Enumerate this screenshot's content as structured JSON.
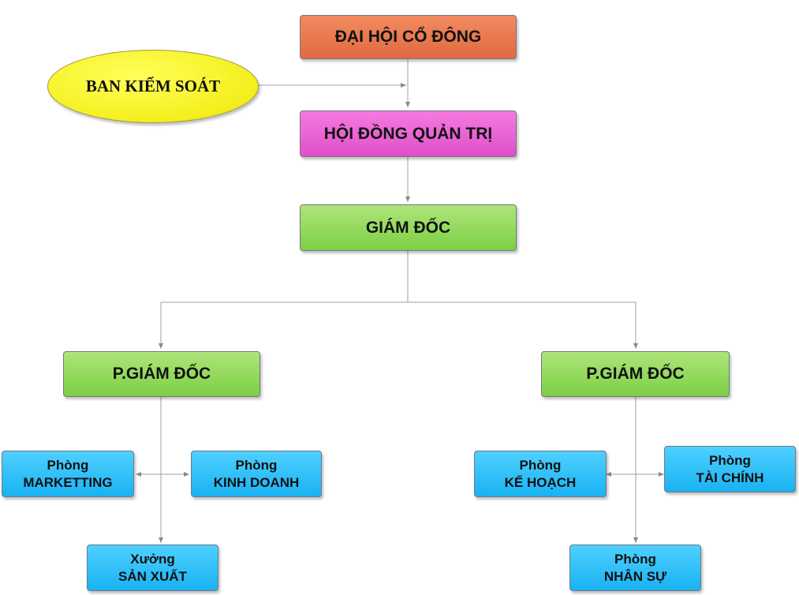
{
  "shareholders": "ĐẠI HỘI CỔ ĐÔNG",
  "supervisory": "BAN KIỂM SOÁT",
  "board": "HỘI ĐỒNG QUẢN TRỊ",
  "director": "GIÁM ĐỐC",
  "deputy_left": "P.GIÁM ĐỐC",
  "deputy_right": "P.GIÁM ĐỐC",
  "departments": {
    "marketing": {
      "line1": "Phòng",
      "line2": "MARKETTING"
    },
    "sales": {
      "line1": "Phòng",
      "line2": "KINH DOANH"
    },
    "workshop": {
      "line1": "Xưởng",
      "line2": "SẢN XUẤT"
    },
    "planning": {
      "line1": "Phòng",
      "line2": "KẾ HOẠCH"
    },
    "finance": {
      "line1": "Phòng",
      "line2": "TÀI CHÍNH"
    },
    "hr": {
      "line1": "Phòng",
      "line2": "NHÂN SỰ"
    }
  },
  "colors": {
    "shareholders": "#e8744a",
    "board": "#ee66d6",
    "management": "#92d95c",
    "departments": "#29c0f7",
    "supervisory": "#f2ee1f",
    "connector": "#9a9a9a"
  }
}
